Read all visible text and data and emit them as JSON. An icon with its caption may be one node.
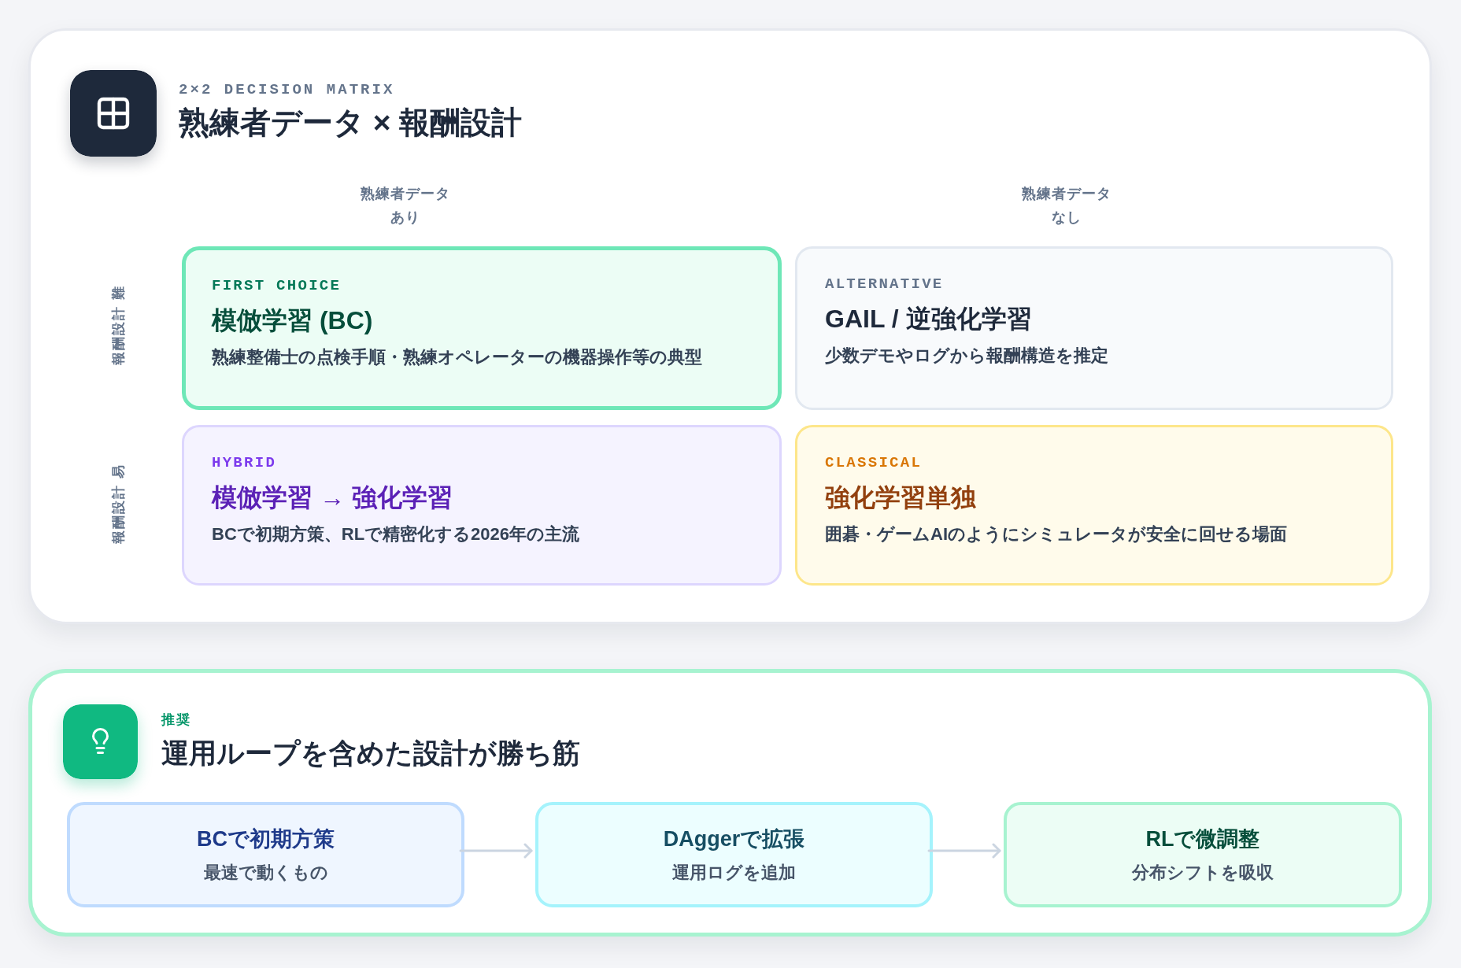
{
  "diagram": {
    "nodes": [
      {
        "text": [
          "2×2 DECISION MATRIX",
          "熟練者データ × 報酬設計"
        ]
      },
      {
        "text": [
          "FIRST CHOICE",
          "模倣学習 (BC)",
          "熟練整備士の点検手順・熟練オペレーターの機器操作等の典型"
        ],
        "in": 0
      },
      {
        "text": [
          "ALTERNATIVE",
          "GAIL / 逆強化学習",
          "少数デモやログから報酬構造を推定"
        ],
        "in": 0
      },
      {
        "text": [
          "HYBRID",
          "模倣学習 → 強化学習",
          "BCで初期方策、RLで精密化する2026年の主流"
        ],
        "in": 0
      },
      {
        "text": [
          "CLASSICAL",
          "強化学習単独",
          "囲碁・ゲームAIのようにシミュレータが安全に回せる場面"
        ],
        "in": 0
      },
      {
        "text": [
          "推奨",
          "運用ループを含めた設計が勝ち筋"
        ]
      },
      {
        "text": [
          "BCで初期方策",
          "最速で動くもの"
        ],
        "in": 5
      },
      {
        "text": [
          "DAggerで拡張",
          "運用ログを追加"
        ],
        "in": 5
      },
      {
        "text": [
          "RLで微調整",
          "分布シフトを吸収"
        ],
        "in": 5
      }
    ],
    "edges": [
      {
        "from": 6,
        "to": 7,
        "arrow": "to"
      },
      {
        "from": 7,
        "to": 8,
        "arrow": "to"
      }
    ],
    "labels": [
      "熟練者データ",
      "あり",
      "熟練者データ",
      "なし",
      "報酬設計 難",
      "報酬設計 易"
    ]
  }
}
